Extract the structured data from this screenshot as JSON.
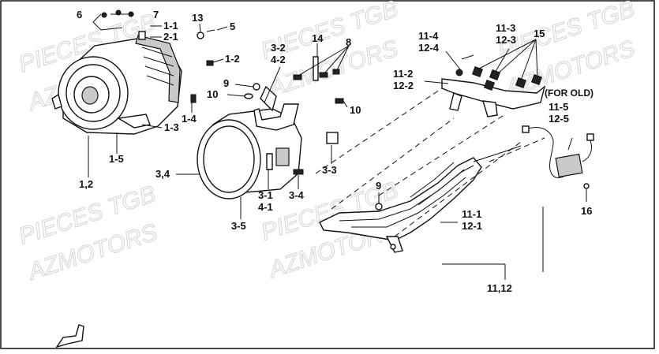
{
  "watermarks": [
    {
      "text": "PIECES TGB"
    },
    {
      "text": "AZMOTORS"
    },
    {
      "text": "PIECES TGB"
    },
    {
      "text": "AZMOTORS"
    },
    {
      "text": "PIECES TGB"
    },
    {
      "text": "AZMOTORS"
    },
    {
      "text": "PIECES TGB"
    },
    {
      "text": "AZMOTORS"
    },
    {
      "text": "PIECES TGB"
    },
    {
      "text": "AZMOTORS"
    }
  ],
  "note": "(FOR OLD)",
  "labels": {
    "l6": "6",
    "l7": "7",
    "l13": "13",
    "l5": "5",
    "l1_1": "1-1",
    "l2_1": "2-1",
    "l1_2": "1-2",
    "l1_4": "1-4",
    "l1_3": "1-3",
    "l1_5": "1-5",
    "l12": "1,2",
    "l3_2": "3-2",
    "l4_2": "4-2",
    "l14": "14",
    "l8": "8",
    "l9a": "9",
    "l10a": "10",
    "l10b": "10",
    "l3_3": "3-3",
    "l3_4a": "3,4",
    "l3_1": "3-1",
    "l4_1": "4-1",
    "l3_4b": "3-4",
    "l3_5": "3-5",
    "l11_4": "11-4",
    "l12_4": "12-4",
    "l11_3": "11-3",
    "l12_3": "12-3",
    "l15": "15",
    "l11_2": "11-2",
    "l12_2": "12-2",
    "l11_5": "11-5",
    "l12_5": "12-5",
    "l16": "16",
    "l9b": "9",
    "l11_1": "11-1",
    "l12_1": "12-1",
    "l1112": "11,12"
  }
}
